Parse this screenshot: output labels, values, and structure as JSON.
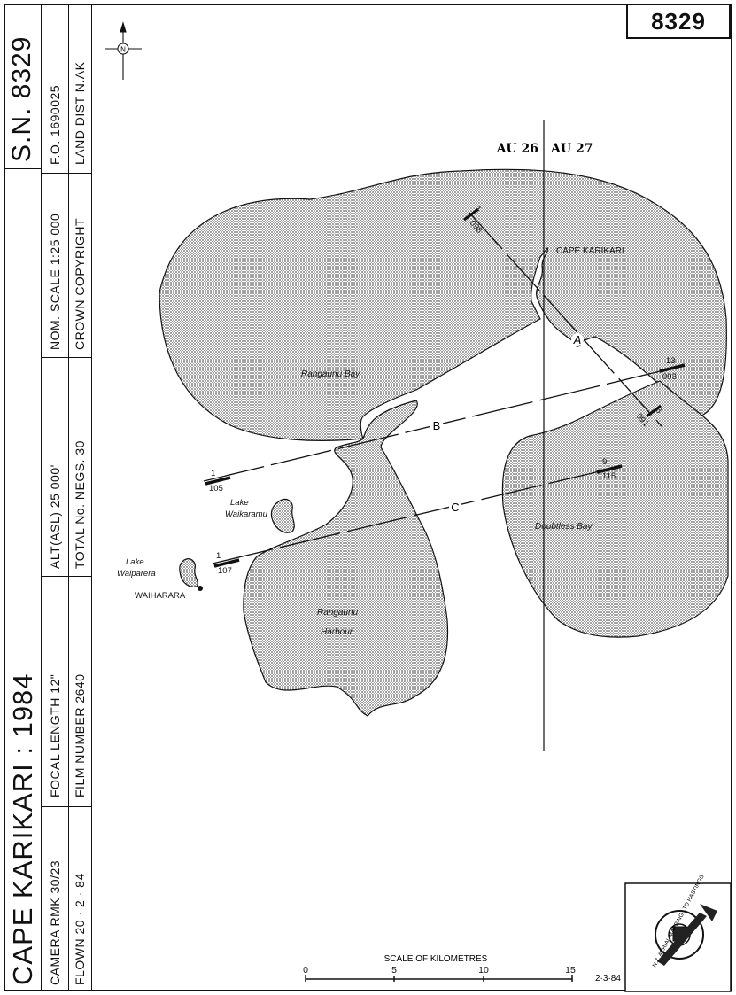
{
  "map_number": "8329",
  "title_strip": {
    "title": "CAPE  KARIKARI  :  1984",
    "sn": "S.N. 8329",
    "camera": "CAMERA   RMK  30/23",
    "flown": "FLOWN    20 · 2 · 84",
    "focal_length": "FOCAL LENGTH  12\"",
    "film_number": "FILM NUMBER    2640",
    "altitude": "ALT(ASL)  25 000'",
    "total_negs": "TOTAL No. NEGS.  30",
    "nom_scale": "NOM.  SCALE  1:25 000",
    "copyright": "CROWN   COPYRIGHT",
    "fo": "F.O.  1690025",
    "land_dist": "LAND DIST   N.AK"
  },
  "north_arrow": {
    "label": "N"
  },
  "grid_labels": {
    "left": "AU 26",
    "right": "AU 27"
  },
  "places": {
    "cape_karikari": "CAPE  KARIKARI",
    "rangaunu_bay": "Rangaunu  Bay",
    "doubtless_bay": "Doubtless  Bay",
    "rangaunu_harbour_1": "Rangaunu",
    "rangaunu_harbour_2": "Harbour",
    "lake_waikaramu_1": "Lake",
    "lake_waikaramu_2": "Waikaramu",
    "lake_waiparera_1": "Lake",
    "lake_waiparera_2": "Waiparera",
    "waiharara": "WAIHARARA"
  },
  "flight_lines": [
    {
      "name": "A",
      "start_top": "1",
      "start_bottom": "098",
      "end_top": "8",
      "end_bottom": "091"
    },
    {
      "name": "B",
      "start_top": "1",
      "start_bottom": "105",
      "end_top": "13",
      "end_bottom": "093"
    },
    {
      "name": "C",
      "start_top": "1",
      "start_bottom": "107",
      "end_top": "9",
      "end_bottom": "115"
    }
  ],
  "scale_bar": {
    "title": "SCALE OF KILOMETRES",
    "ticks": [
      "0",
      "5",
      "10",
      "15"
    ]
  },
  "logo": {
    "text": "N.Z. AERIAL MAPPING LTD HASTINGS"
  },
  "date_stamp": "2·3·84"
}
